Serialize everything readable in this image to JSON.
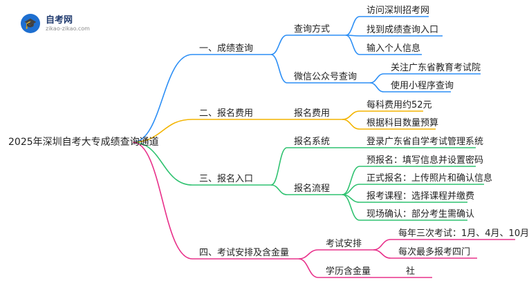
{
  "logo": {
    "name": "自考网",
    "url": "zikao-zikao.com",
    "icon": "graduation-cap-icon"
  },
  "root": "2025年深圳自考大专成绩查询通道",
  "colors": {
    "blue": "#2b8ef5",
    "yellow": "#f3b400",
    "green": "#2fc270",
    "pink": "#e8308a"
  },
  "branches": [
    {
      "label": "一、成绩查询",
      "color": "blue",
      "children": [
        {
          "label": "查询方式",
          "children": [
            "访问深圳招考网",
            "找到成绩查询入口",
            "输入个人信息"
          ]
        },
        {
          "label": "微信公众号查询",
          "children": [
            "关注广东省教育考试院",
            "使用小程序查询"
          ]
        }
      ]
    },
    {
      "label": "二、报名费用",
      "color": "yellow",
      "children": [
        {
          "label": "报名费用",
          "children": [
            "每科费用约52元",
            "根据科目数量预算"
          ]
        }
      ]
    },
    {
      "label": "三、报名入口",
      "color": "green",
      "children": [
        {
          "label": "报名系统",
          "children": [
            "登录广东省自学考试管理系统"
          ]
        },
        {
          "label": "报名流程",
          "children": [
            "预报名：填写信息并设置密码",
            "正式报名：上传照片和确认信息",
            "报考课程：选择课程并缴费",
            "现场确认：部分考生需确认"
          ]
        }
      ]
    },
    {
      "label": "四、考试安排及含金量",
      "color": "pink",
      "children": [
        {
          "label": "考试安排",
          "children": [
            "每年三次考试：1月、4月、10月",
            "每次最多报考四门"
          ]
        },
        {
          "label": "学历含金量",
          "children": [
            "社"
          ]
        }
      ]
    }
  ]
}
